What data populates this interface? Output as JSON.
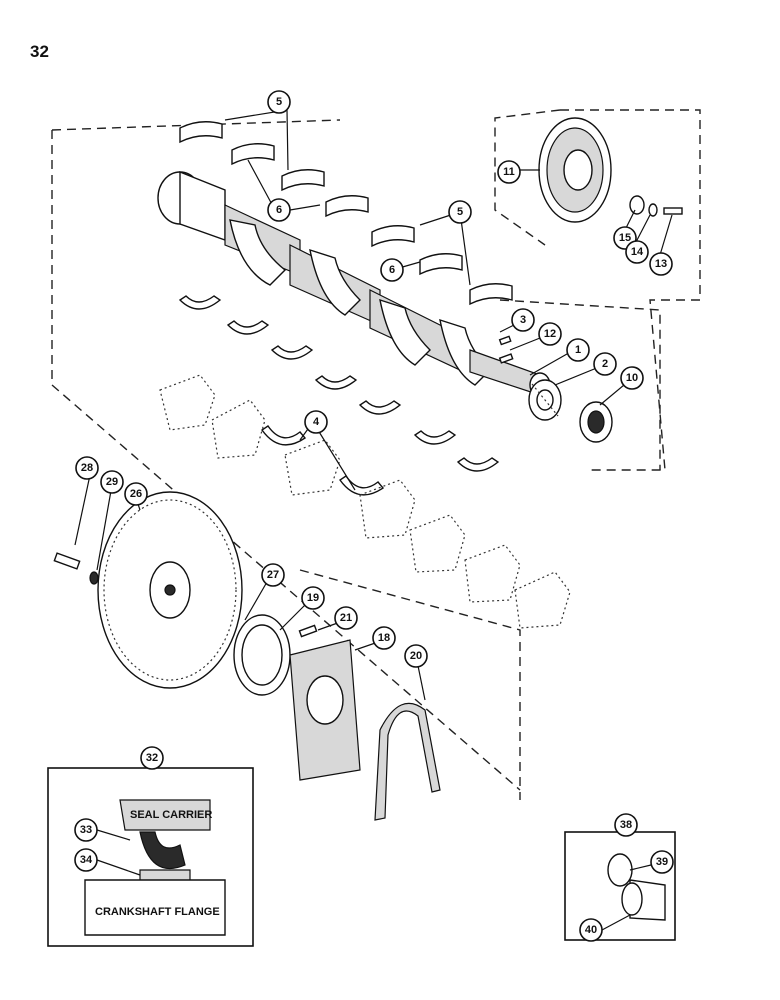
{
  "page": {
    "number": "32"
  },
  "callouts": {
    "c1": "1",
    "c2": "2",
    "c3": "3",
    "c4": "4",
    "c5a": "5",
    "c5b": "5",
    "c6a": "6",
    "c6b": "6",
    "c10": "10",
    "c11": "11",
    "c12": "12",
    "c13": "13",
    "c14": "14",
    "c15": "15",
    "c18": "18",
    "c19": "19",
    "c20": "20",
    "c21": "21",
    "c26": "26",
    "c27": "27",
    "c28": "28",
    "c29": "29",
    "c32": "32",
    "c33": "33",
    "c34": "34",
    "c38": "38",
    "c39": "39",
    "c40": "40"
  },
  "inset": {
    "seal_carrier": "SEAL CARRIER",
    "crankshaft_flange": "CRANKSHAFT FLANGE"
  }
}
